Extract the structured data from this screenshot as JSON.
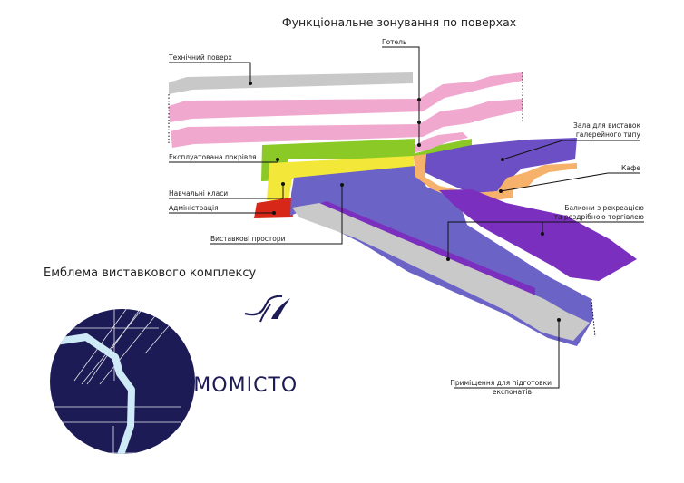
{
  "title": "Функціональне зонування по поверхах",
  "emblem_title": "Емблема виставкового комплексу",
  "brand": "КОСМОМІСТО",
  "colors": {
    "technical": "#c8c8c8",
    "hotel": "#f0a8cf",
    "roof": "#8ac926",
    "classes": "#f3e83a",
    "admin": "#d62718",
    "exhibition": "#6c63c6",
    "gallery": "#6c4fc4",
    "cafe": "#f6b26b",
    "balcony": "#7b2fbf",
    "prep": "#c9c9c9",
    "emblem_bg": "#1d1b55"
  },
  "labels": {
    "technical": "Технічний поверх",
    "hotel": "Готель",
    "roof": "Експлуатована покрівля",
    "classes": "Навчальні класи",
    "admin": "Адміністрація",
    "exhibition": "Виставкові простори",
    "gallery_line1": "Зала для виставок",
    "gallery_line2": "галерейного типу",
    "cafe": "Кафе",
    "balcony_line1": "Балкони з рекреацією",
    "balcony_line2": "та роздрібною торгівлею",
    "prep_line1": "Приміщення для підготовки",
    "prep_line2": "експонатів"
  }
}
